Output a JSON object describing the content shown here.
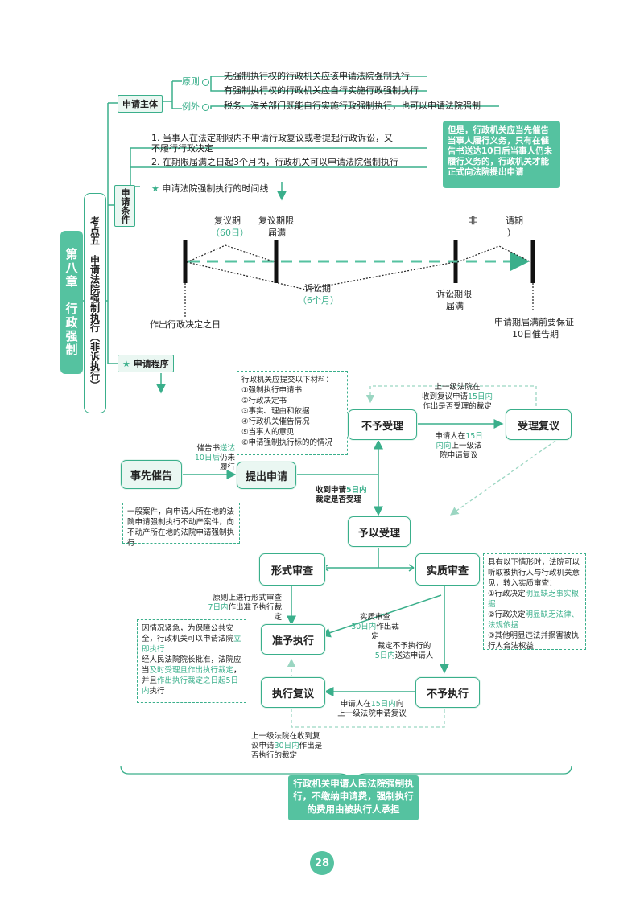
{
  "chapter": {
    "label": "第八章　行政强制"
  },
  "topic": {
    "label": "考点五　申请法院强制执行（非诉执行）"
  },
  "applicant": {
    "title": "申请主体",
    "principle_label": "原则",
    "exception_label": "例外",
    "rule1": "无强制执行权的行政机关应该申请法院强制执行",
    "rule2": "有强制执行权的行政机关应自行实施行政强制执行",
    "rule3": "税务、海关部门既能自行实施行政强制执行，也可以申请法院强制"
  },
  "conditions": {
    "title": "申请条件",
    "cond1a": "1. 当事人在法定期限内不申请行政复议或者提起行政诉讼，又",
    "cond1b": "不履行行政决定",
    "cond2": "2. 在期限届满之日起3个月内，行政机关可以申请法院强制执行",
    "timeline_title": "申请法院强制执行的时间线",
    "callout": "但是，行政机关应当先催告当事人履行义务，只有在催告书送达10日后当事人仍未履行义务的，行政机关才能正式向法院提出申请"
  },
  "timeline": {
    "review_period": "复议期",
    "review_days": "（60日）",
    "review_end_1": "复议期限",
    "review_end_2": "届满",
    "nonsuit_1": "非",
    "nonsuit_2": "请期",
    "nonsuit_3": "）",
    "lawsuit_period": "诉讼期",
    "lawsuit_months": "（6个月）",
    "lawsuit_end_1": "诉讼期限",
    "lawsuit_end_2": "届满",
    "decision_day": "作出行政决定之日",
    "warn_1": "申请期届满前要保证",
    "warn_2": "10日催告期"
  },
  "procedure": {
    "title": "申请程序",
    "materials": [
      "行政机关应提交以下材料：",
      "①强制执行申请书",
      "②行政决定书",
      "③事实、理由和依据",
      "④行政机关催告情况",
      "⑤当事人的意见",
      "⑥申请强制执行标的的情况"
    ],
    "node_urge": "事先催告",
    "node_apply": "提出申请",
    "node_reject": "不予受理",
    "node_review": "受理复议",
    "node_accept": "予以受理",
    "node_formal": "形式审查",
    "node_substantive": "实质审查",
    "node_enforce": "准予执行",
    "node_exec_review": "执行复议",
    "node_no_enforce": "不予执行",
    "urge_note_1": "催告书",
    "urge_note_hl1": "送达",
    "urge_note_2": "10日后",
    "urge_note_3": "仍未",
    "urge_note_4": "履行",
    "upper_review_1": "上一级法院在",
    "upper_review_2": "收到复议申请",
    "upper_review_hl": "15日内",
    "upper_review_3": "作出是否受理的裁定",
    "applicant_1": "申请人在",
    "applicant_hl1": "15日",
    "applicant_hl2": "内向",
    "applicant_2": "上一级法",
    "applicant_3": "院申请复议",
    "receive_1": "收到申请",
    "receive_hl": "5日内",
    "receive_2": "裁定是否受理",
    "jurisdiction": "一般案件，向申请人所在地的法院申请强制执行不动产案件，向不动产所在地的法院申请强制执行",
    "formal_note_1": "原则上进行形式审查",
    "formal_note_hl": "7日内",
    "formal_note_2": "作出准予执行裁定",
    "sub_note_1": "实质审查",
    "sub_note_hl": "30日内",
    "sub_note_2": "作出裁定",
    "noenf_note_1": "裁定不予执行的",
    "noenf_note_hl": "5日内",
    "noenf_note_2": "送达申请人",
    "sub_cond_0": "具有以下情形时，法院可以听取被执行人与行政机关意见，转入实质审查：",
    "sub_cond_1a": "①行政决定",
    "sub_cond_1b": "明显缺乏事实根据",
    "sub_cond_2a": "②行政决定",
    "sub_cond_2b": "明显缺乏法律、法规依据",
    "sub_cond_3": "③其他明显违法并损害被执行人合法权益",
    "urgent_1": "因情况紧急，为保障公共安全，行政机关可以申请法院",
    "urgent_hl1": "立即执行",
    "urgent_2": "经人民法院院长批准，法院应当",
    "urgent_hl2": "及时受理且作出执行裁定",
    "urgent_3": "，并且",
    "urgent_hl3": "作出执行裁定之日起5日内",
    "urgent_4": "执行",
    "appl_review_1": "申请人在",
    "appl_review_hl": "15日内",
    "appl_review_2": "向",
    "appl_review_3": "上一级法院申请复议",
    "upper30_1": "上一级法院在收到复",
    "upper30_2": "议申请",
    "upper30_hl": "30日内",
    "upper30_3": "作出是",
    "upper30_4": "否执行的裁定",
    "cost": "行政机关申请人民法院强制执行，不缴纳申请费，强制执行的费用由被执行人承担"
  },
  "page_number": "28",
  "colors": {
    "accent": "#55c2a0",
    "accent_dark": "#3aaf8b",
    "highlight": "#3aaf8b"
  }
}
